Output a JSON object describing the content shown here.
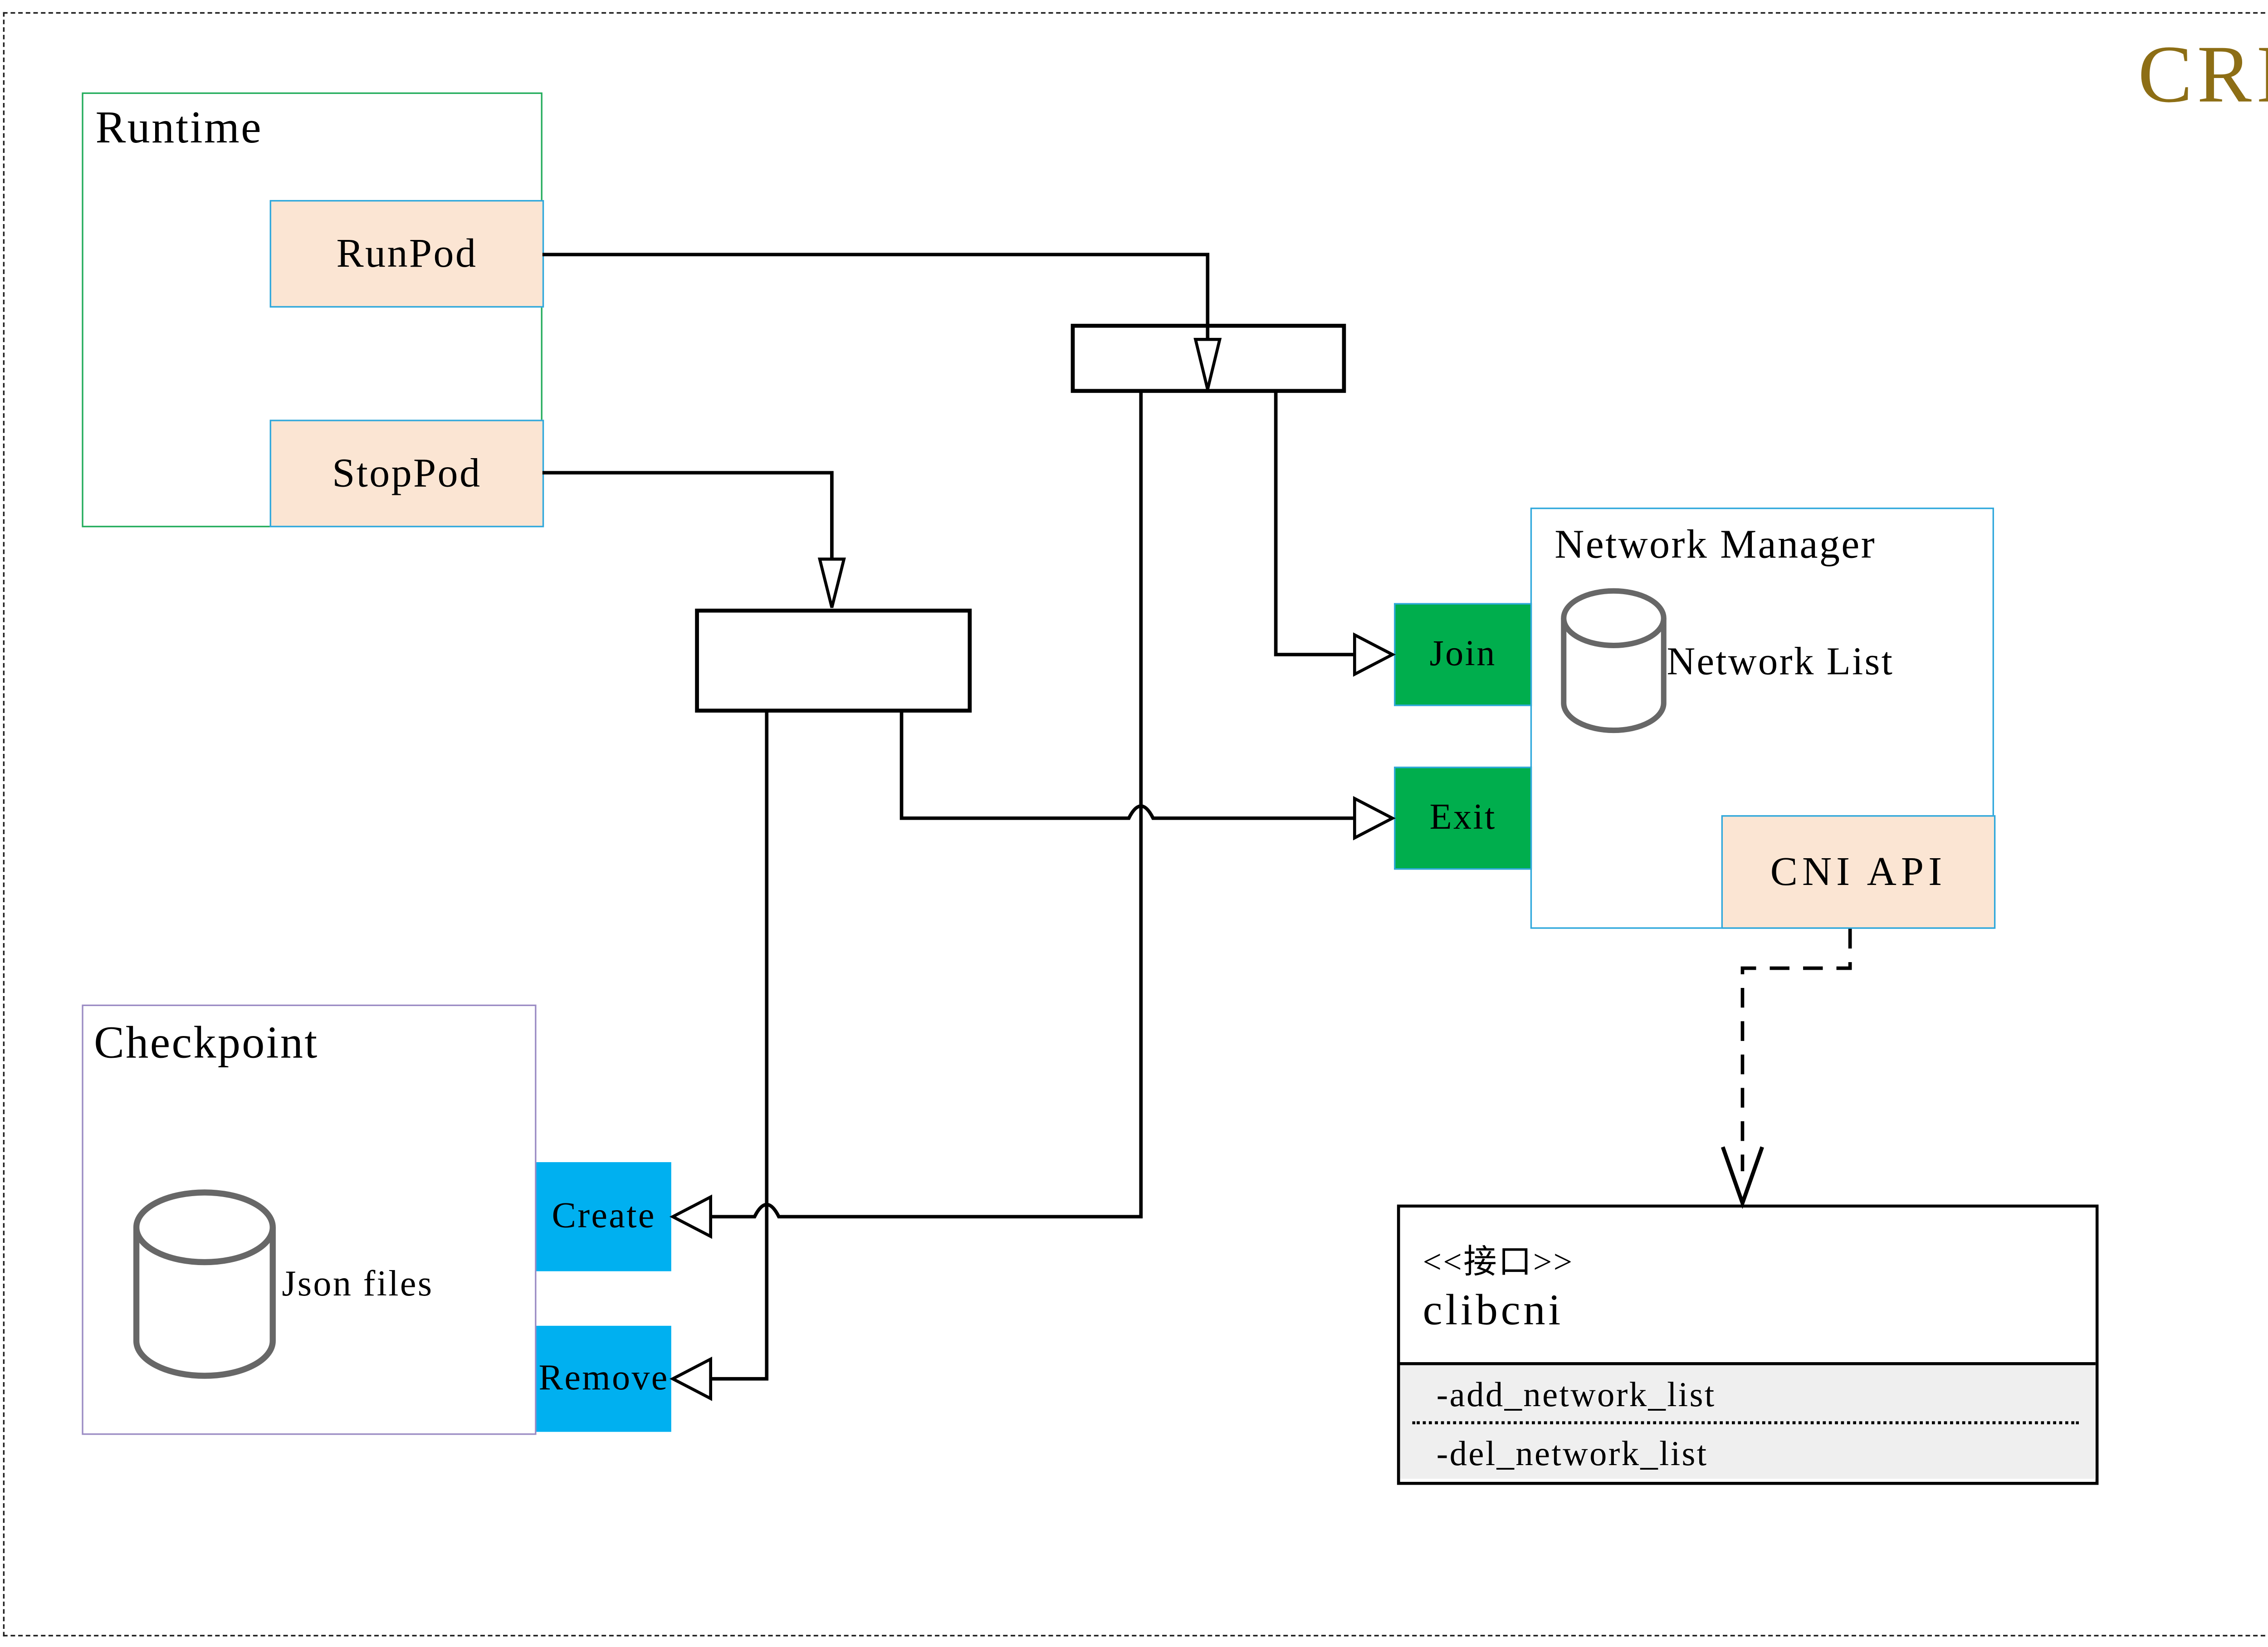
{
  "page": {
    "tag": "CRI"
  },
  "colors": {
    "tag_gold": "#8d6e15",
    "runtime_border_green": "#22ac5b",
    "port_green": "#00ae4d",
    "port_cyan": "#00b0f0",
    "peach_fill": "#fbe5d3",
    "blue_border": "#2fa8dc",
    "checkpoint_border_purple": "#9b8cc4",
    "cylinder_gray": "#676767",
    "iface_gray_fill": "#efefef"
  },
  "runtime": {
    "title": "Runtime",
    "buttons": [
      {
        "label": "RunPod"
      },
      {
        "label": "StopPod"
      }
    ]
  },
  "network_manager": {
    "title": "Network Manager",
    "datastore_label": "Network List",
    "ports": [
      {
        "label": "Join"
      },
      {
        "label": "Exit"
      }
    ],
    "api_label": "CNI API"
  },
  "checkpoint": {
    "title": "Checkpoint",
    "datastore_label": "Json files",
    "ports": [
      {
        "label": "Create"
      },
      {
        "label": "Remove"
      }
    ]
  },
  "interface_box": {
    "stereotype": "<<接口>>",
    "name": "clibcni",
    "methods": [
      "-add_network_list",
      "-del_network_list"
    ]
  }
}
